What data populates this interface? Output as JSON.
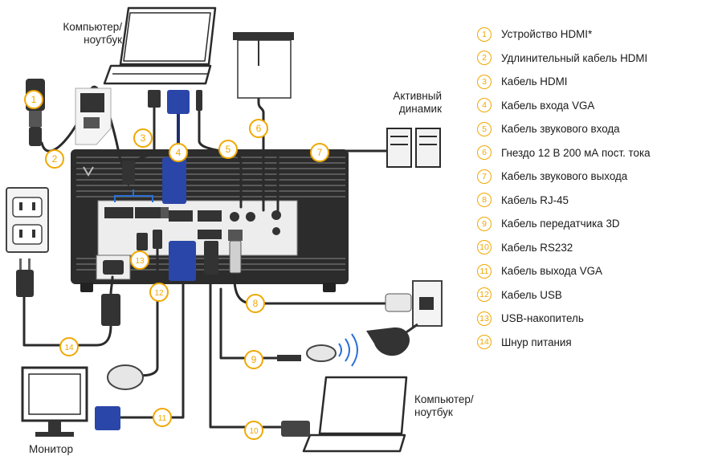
{
  "labels": {
    "computer_top": [
      "Компьютер/",
      "ноутбук"
    ],
    "speaker": [
      "Активный",
      "динамик"
    ],
    "computer_bottom": [
      "Компьютер/",
      "ноутбук"
    ],
    "monitor": "Монитор"
  },
  "callouts": [
    "1",
    "2",
    "3",
    "4",
    "5",
    "6",
    "7",
    "8",
    "9",
    "10",
    "11",
    "12",
    "13",
    "14"
  ],
  "legend": [
    {
      "num": "1",
      "label": "Устройство HDMI*"
    },
    {
      "num": "2",
      "label": "Удлинительный кабель HDMI"
    },
    {
      "num": "3",
      "label": "Кабель HDMI"
    },
    {
      "num": "4",
      "label": "Кабель входа VGA"
    },
    {
      "num": "5",
      "label": "Кабель звукового входа"
    },
    {
      "num": "6",
      "label": "Гнездо 12 В 200 мА пост. тока"
    },
    {
      "num": "7",
      "label": "Кабель звукового выхода"
    },
    {
      "num": "8",
      "label": "Кабель RJ-45"
    },
    {
      "num": "9",
      "label": "Кабель передатчика 3D"
    },
    {
      "num": "10",
      "label": "Кабель RS232"
    },
    {
      "num": "11",
      "label": "Кабель выхода VGA"
    },
    {
      "num": "12",
      "label": "Кабель USB"
    },
    {
      "num": "13",
      "label": "USB-накопитель"
    },
    {
      "num": "14",
      "label": "Шнур питания"
    }
  ],
  "colors": {
    "accent": "#f0a800",
    "cable": "#2b2b2b",
    "vga_blue": "#2a46a8",
    "projector": "#2c2c2c",
    "panel": "#ededed"
  }
}
